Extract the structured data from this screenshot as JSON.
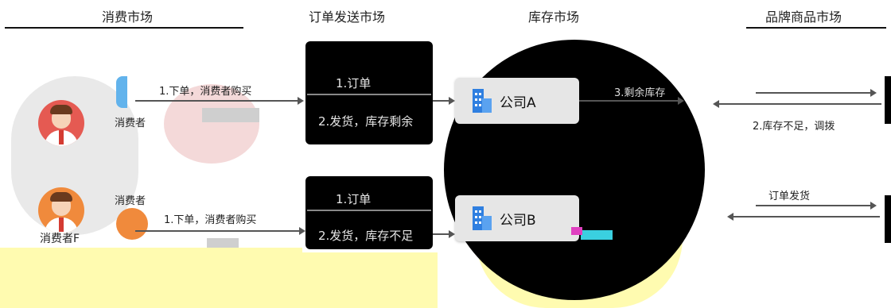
{
  "headers": {
    "left": "消费市场",
    "mid_left": "订单发送市场",
    "mid_right": "库存市场",
    "right": "品牌商品市场"
  },
  "consumers": {
    "top_label": "消费者",
    "bottom_label": "消费者F",
    "top_text": "1.下单，消费者购买",
    "bottom_text": "1.下单，消费者购买"
  },
  "flow_top": {
    "step1": "1.订单",
    "step2": "2.发货，库存剩余"
  },
  "flow_bottom": {
    "step1": "1.订单",
    "step2": "2.发货，库存不足"
  },
  "companies": {
    "a": "公司A",
    "b": "公司B",
    "a_note": "3.剩余库存"
  },
  "right_notes": {
    "top": "2.库存不足，调拨",
    "mid": "订单发货"
  },
  "colors": {
    "dark": "#000000",
    "card": "#e6e6e6",
    "avatar_orange": "#f08a3c",
    "avatar_red": "#e55a52",
    "building_blue": "#2f7fe0",
    "highlight_yellow": "#fffbb0"
  }
}
